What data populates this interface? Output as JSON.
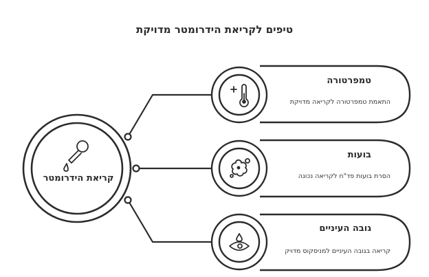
{
  "title": "טיפים לקריאת הידרומטר מדויקת",
  "hub": {
    "label": "קריאת הידרומטר",
    "icon": "dropper-icon"
  },
  "items": [
    {
      "title": "טמפרטורה",
      "description": "התאמת טמפרטורה לקריאה מדויקת",
      "icon": "thermometer-icon"
    },
    {
      "title": "בועות",
      "description": "הסרת בועות פד\"ח לקריאה נכונה",
      "icon": "bubbles-icon"
    },
    {
      "title": "גובה העיניים",
      "description": "קריאה בגובה העיניים למניסקוס מדויק",
      "icon": "eye-drop-icon"
    }
  ],
  "colors": {
    "stroke": "#2b2b2b",
    "background": "#ffffff"
  }
}
